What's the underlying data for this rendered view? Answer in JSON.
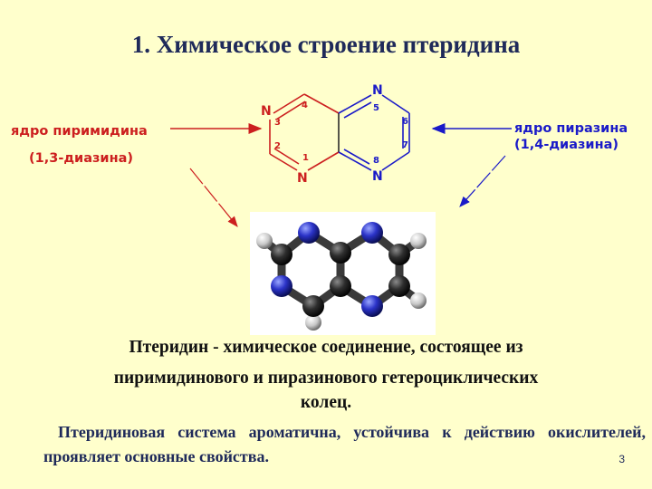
{
  "slide": {
    "title": "1. Химическое строение птеридина",
    "left_label_line1": "ядро пиримидина",
    "left_label_line2": "(1,3-диазина)",
    "right_label_line1": "ядро пиразина",
    "right_label_line2": "(1,4-диазина)",
    "paragraph1_line1": "Птеридин  -  химическое соединение, состоящее из",
    "paragraph1_line2": "пиримидинового и пиразинового гетероциклических",
    "paragraph1_line3": "колец.",
    "paragraph2": "Птеридиновая система ароматична, устойчива к действию окислителей,  проявляет основные свойства.",
    "slide_number": "3"
  },
  "structure": {
    "atoms": {
      "n3": "N",
      "n1": "N",
      "n5": "N",
      "n8": "N"
    },
    "locants": {
      "p1": "1",
      "p2": "2",
      "p3": "3",
      "p4": "4",
      "p5": "5",
      "p6": "6",
      "p7": "7",
      "p8": "8"
    }
  },
  "colors": {
    "background": "#FFFFCC",
    "pyrimidine": "#CC1F1F",
    "pyrazine": "#1A1AC8",
    "title": "#1F2A5A"
  }
}
